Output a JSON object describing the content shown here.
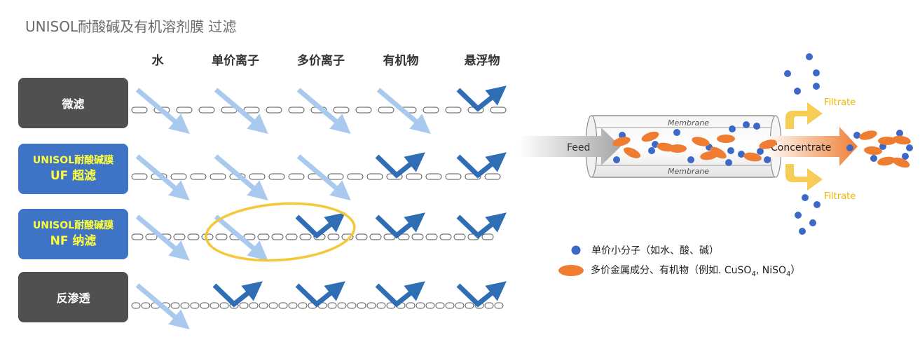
{
  "title": "UNISOL耐酸碱及有机溶剂膜 过滤",
  "columns": [
    "水",
    "单价离子",
    "多价离子",
    "有机物",
    "悬浮物"
  ],
  "rows": [
    {
      "style": "gray",
      "line1": "微滤",
      "line2": "",
      "blocked": [
        false,
        false,
        false,
        false,
        true
      ]
    },
    {
      "style": "blue",
      "line1": "UNISOL耐酸碱膜",
      "line2": "UF 超滤",
      "blocked": [
        false,
        false,
        false,
        true,
        true
      ]
    },
    {
      "style": "blue",
      "line1": "UNISOL耐酸碱膜",
      "line2": "NF 纳滤",
      "blocked": [
        false,
        false,
        true,
        true,
        true
      ]
    },
    {
      "style": "gray",
      "line1": "反渗透",
      "line2": "",
      "blocked": [
        false,
        true,
        true,
        true,
        true
      ]
    }
  ],
  "diagram": {
    "membrane_label": "Membrane",
    "feed_label": "Feed",
    "concentrate_label": "Concentrate",
    "filtrate_label": "Filtrate"
  },
  "legend": {
    "monovalent": "单价小分子（如水、酸、碱）",
    "multivalent_prefix": "多价金属成分、有机物（例如. CuSO",
    "multivalent_sub1": "4",
    "multivalent_mid": ", NiSO",
    "multivalent_sub2": "4",
    "multivalent_suffix": "）"
  },
  "colors": {
    "pass_arrow": "#a9c9ee",
    "block_arrow": "#2f6db5",
    "gray_box": "#505050",
    "blue_box": "#3f73c6",
    "highlight_text": "#ffff3a",
    "ellipse": "#f3c83b",
    "small_dot": "#3b68c9",
    "large_particle": "#ee7d31",
    "filtrate_arrow": "#f6cd55",
    "concentrate_arrow": "#f08a3c"
  }
}
